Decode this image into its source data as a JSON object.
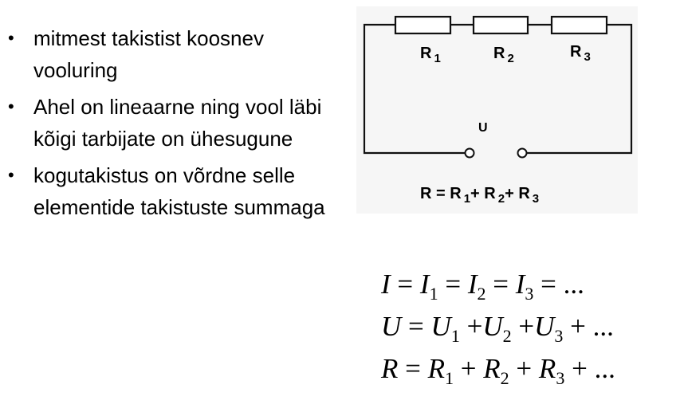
{
  "bullets": [
    "mitmest takistist koosnev vooluring",
    "Ahel on lineaarne ning vool läbi kõigi tarbijate on ühesugune",
    "kogutakistus on võrdne selle elementide takistuste summaga"
  ],
  "bullet_symbol": "•",
  "circuit": {
    "r1": "R",
    "r1_sub": "1",
    "r2": "R",
    "r2_sub": "2",
    "r3": "R",
    "r3_sub": "3",
    "voltage": "U",
    "formula_r": "R =",
    "formula_r1": "R",
    "formula_1": "1",
    "formula_plus1": "+",
    "formula_r2": "R",
    "formula_2": "2",
    "formula_plus2": "+",
    "formula_r3": "R",
    "formula_3": "3"
  },
  "equations": {
    "current": {
      "lhs": "I",
      "s1": "1",
      "s2": "2",
      "s3": "3",
      "sym": "I",
      "op": "=",
      "tail": "..."
    },
    "voltage": {
      "lhs": "U",
      "s1": "1",
      "s2": "2",
      "s3": "3",
      "sym": "U",
      "op": "+",
      "tail": "..."
    },
    "resistance": {
      "lhs": "R",
      "s1": "1",
      "s2": "2",
      "s3": "3",
      "sym": "R",
      "op": "+",
      "tail": "..."
    }
  }
}
